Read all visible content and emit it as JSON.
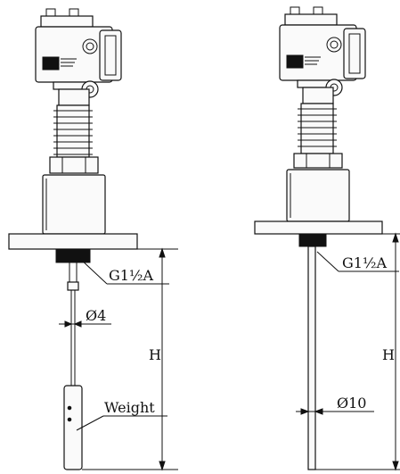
{
  "left_instrument": {
    "thread_label": "G1½A",
    "cable_diameter_label": "Ø4",
    "height_label": "H",
    "weight_label": "Weight"
  },
  "right_instrument": {
    "thread_label": "G1½A",
    "rod_diameter_label": "Ø10",
    "height_label": "H"
  }
}
